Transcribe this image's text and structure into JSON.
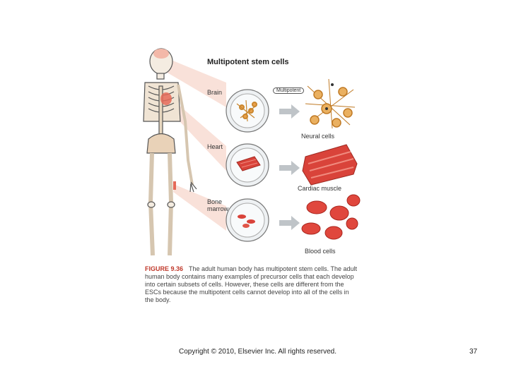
{
  "figure": {
    "title": "Multipotent stem cells",
    "badge": "Multipotent",
    "sources": [
      "Brain",
      "Heart",
      "Bone\nmarrow"
    ],
    "targets": [
      "Neural cells",
      "Cardiac muscle",
      "Blood cells"
    ]
  },
  "caption": {
    "figure_label": "FIGURE 9.36",
    "text": "The adult human body has multipotent stem cells. The adult human body contains many examples of precursor cells that each develop into certain subsets of cells. However, these cells are different from the ESCs because the multipotent cells cannot develop into all of the cells in the body."
  },
  "footer": {
    "copyright": "Copyright © 2010, Elsevier Inc. All rights reserved.",
    "page_number": "37"
  },
  "colors": {
    "accent_red": "#d9433a",
    "tissue_orange": "#e9a04a",
    "figure_label": "#c0392b"
  }
}
